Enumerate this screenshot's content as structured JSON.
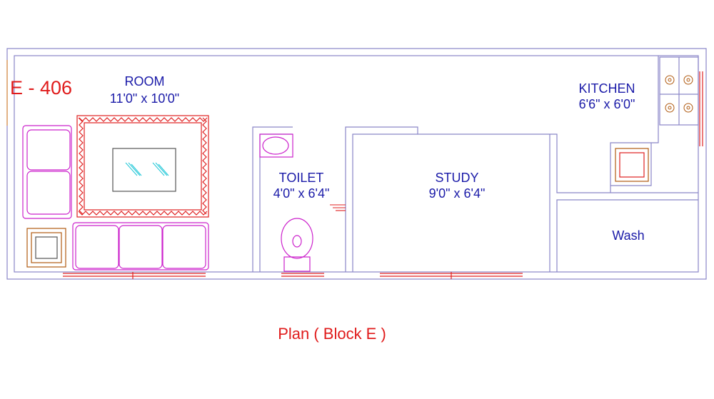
{
  "unit_id": "E - 406",
  "rooms": {
    "room": {
      "name": "ROOM",
      "size": "11'0\" x 10'0\""
    },
    "kitchen": {
      "name": "KITCHEN",
      "size": "6'6\" x 6'0\""
    },
    "toilet": {
      "name": "TOILET",
      "size": "4'0\" x 6'4\""
    },
    "study": {
      "name": "STUDY",
      "size": "9'0\" x 6'4\""
    },
    "wash": {
      "name": "Wash"
    }
  },
  "caption": "Plan ( Block E )",
  "colors": {
    "wall": "#8a86c8",
    "furniture": "#cc22cc",
    "rug": "#e02020",
    "fixture": "#b05a10",
    "text_blue": "#1a1aa8",
    "text_red": "#e01b1b",
    "glass": "#22c8d8"
  }
}
